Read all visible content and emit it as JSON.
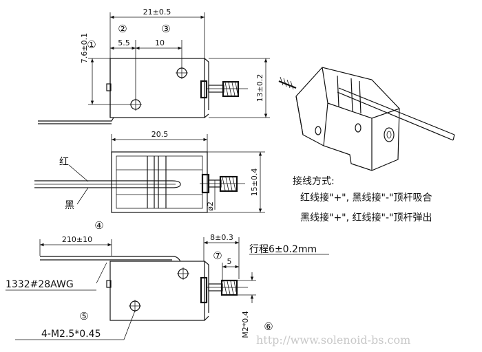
{
  "dims": {
    "top_width": "21±0.5",
    "top_height": "7.6±0.1",
    "top_left": "5.5",
    "top_mid": "10",
    "top_right_h": "13±0.2",
    "mid_width": "20.5",
    "mid_right_h": "15±0.4",
    "mid_shaft": "ø2",
    "bot_lead_len": "210±10",
    "bot_stroke_w": "8±0.3",
    "bot_stroke_5": "5",
    "bot_thread": "M2*0.4"
  },
  "labels": {
    "red": "红",
    "black": "黑",
    "wire_spec": "1332#28AWG",
    "mount_holes": "4-M2.5*0.45",
    "stroke": "行程6±0.2mm"
  },
  "callouts": [
    "①",
    "②",
    "③",
    "④",
    "⑤",
    "⑥",
    "⑦"
  ],
  "wiring": {
    "title": "接线方式:",
    "line1": "红线接\"+\", 黑线接\"-\"顶杆吸合",
    "line2": "黑线接\"+\", 红线接\"-\"顶杆弹出"
  },
  "watermark": "http://www.solenoid-bs.com"
}
